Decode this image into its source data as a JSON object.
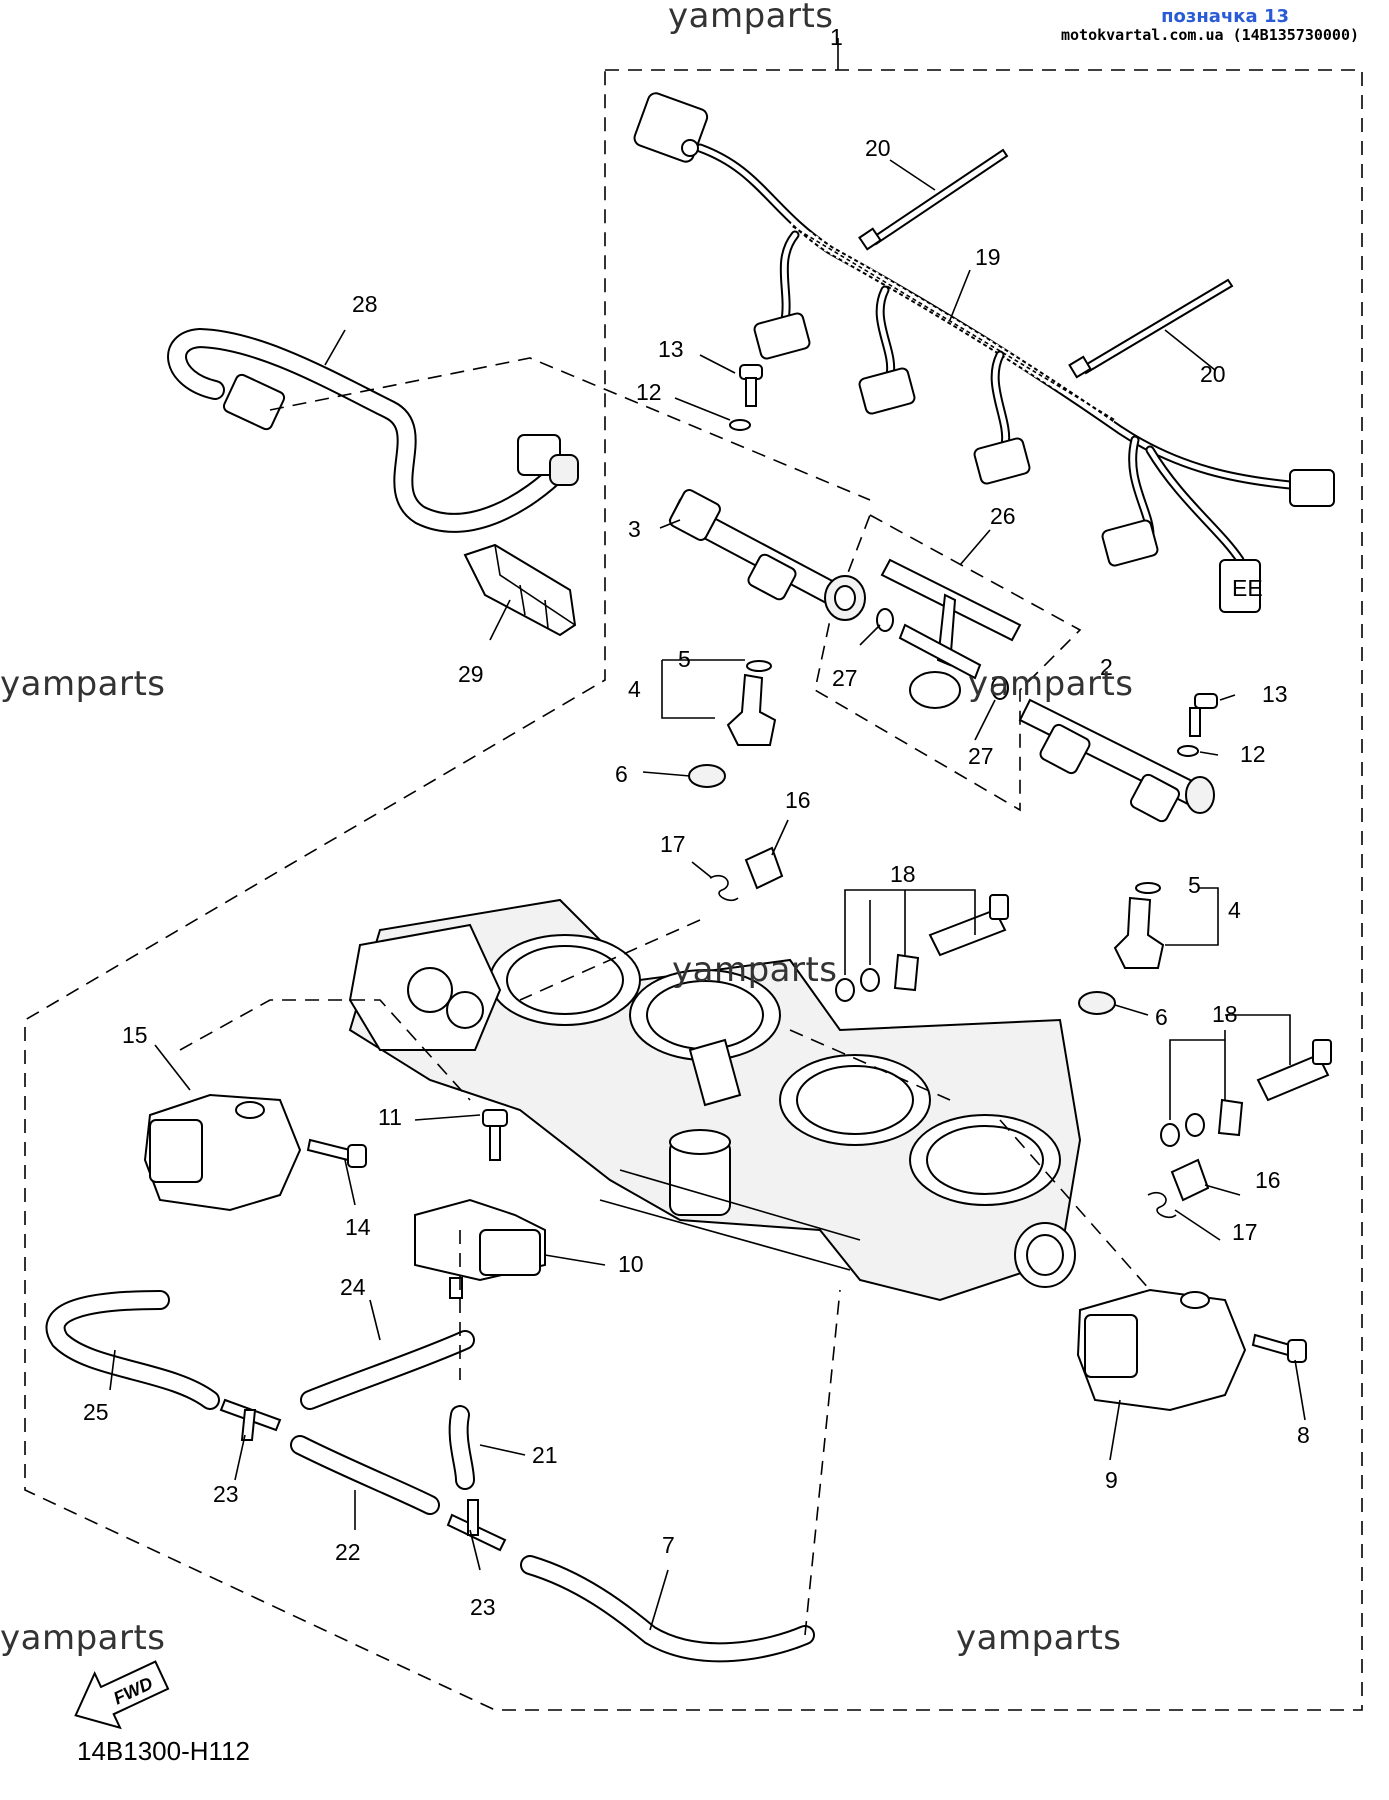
{
  "header": {
    "title": "позначка 13",
    "subtitle": "motokvartal.com.ua (14B135730000)"
  },
  "watermarks": [
    "yamparts",
    "yamparts",
    "yamparts",
    "yamparts",
    "yamparts",
    "yamparts"
  ],
  "diagram_code": "14B1300-H112",
  "fwd_label": "FWD",
  "callouts": [
    "1",
    "20",
    "19",
    "20",
    "28",
    "13",
    "12",
    "3",
    "26",
    "29",
    "5",
    "4",
    "27",
    "27",
    "2",
    "13",
    "12",
    "6",
    "16",
    "17",
    "18",
    "5",
    "4",
    "6",
    "18",
    "15",
    "11",
    "14",
    "16",
    "17",
    "10",
    "24",
    "25",
    "21",
    "23",
    "22",
    "23",
    "7",
    "8",
    "9"
  ]
}
